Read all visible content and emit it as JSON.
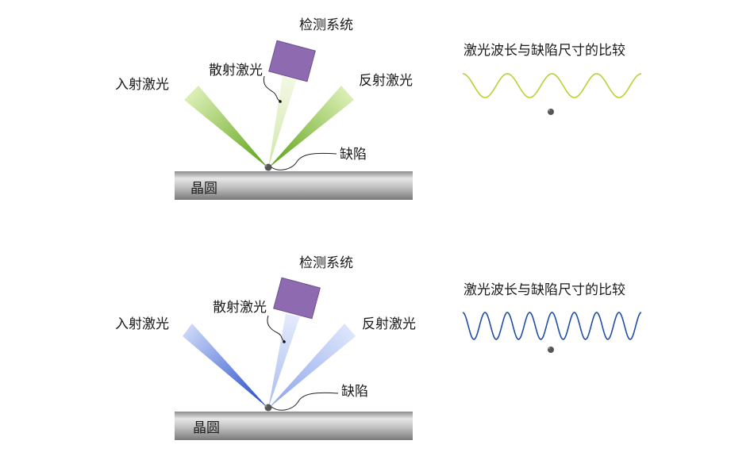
{
  "panels": [
    {
      "id": "green",
      "detector_label": "检测系统",
      "scatter_label": "散射激光",
      "incident_label": "入射激光",
      "reflect_label": "反射激光",
      "defect_label": "缺陷",
      "wafer_label": "晶圆",
      "compare_title": "激光波长与缺陷尺寸的比较",
      "beam_color": "#6fb21a",
      "wave_color": "#b5d334",
      "wave_cycles": 4,
      "detector_color": "#8e6bb0"
    },
    {
      "id": "blue",
      "detector_label": "检测系统",
      "scatter_label": "散射激光",
      "incident_label": "入射激光",
      "reflect_label": "反射激光",
      "defect_label": "缺陷",
      "wafer_label": "晶圆",
      "compare_title": "激光波长与缺陷尺寸的比较",
      "beam_color": "#2f5be0",
      "wave_color": "#1f4ea6",
      "wave_cycles": 8,
      "detector_color": "#8e6bb0"
    }
  ]
}
